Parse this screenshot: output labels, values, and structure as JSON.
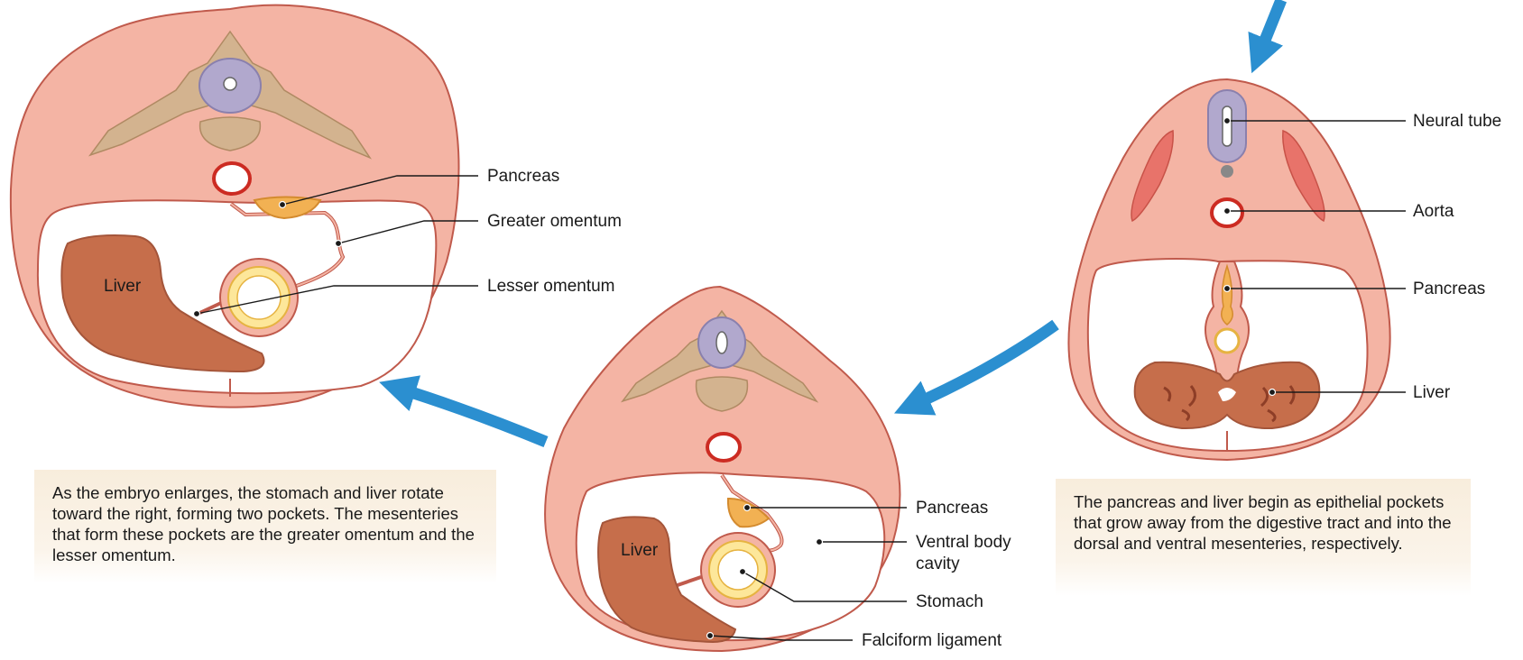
{
  "stages": {
    "left": {
      "labels": {
        "pancreas": "Pancreas",
        "greater_omentum": "Greater omentum",
        "lesser_omentum": "Lesser omentum",
        "liver": "Liver"
      },
      "caption": "As the embryo enlarges, the stomach and liver rotate toward the right, forming two pockets. The mesenteries that form these pockets are the greater omentum and the lesser omentum."
    },
    "middle": {
      "labels": {
        "pancreas": "Pancreas",
        "ventral_body_cavity": "Ventral body cavity",
        "stomach": "Stomach",
        "falciform_ligament": "Falciform ligament",
        "liver": "Liver"
      }
    },
    "right": {
      "labels": {
        "neural_tube": "Neural tube",
        "aorta": "Aorta",
        "pancreas": "Pancreas",
        "liver": "Liver"
      },
      "caption": "The pancreas and liver begin as epithelial pockets that grow away from the digestive tract and into the dorsal and ventral mesenteries, respectively."
    }
  },
  "colors": {
    "body": "#f4b4a4",
    "outline": "#c05a4c",
    "cavity": "#ffffff",
    "bone": "#d3b38f",
    "neural": "#b1a8cd",
    "liver": "#c66e4b",
    "pancreas": "#f2b153",
    "stomach_ring": "#fde79a",
    "arrow": "#2b8fd0"
  }
}
